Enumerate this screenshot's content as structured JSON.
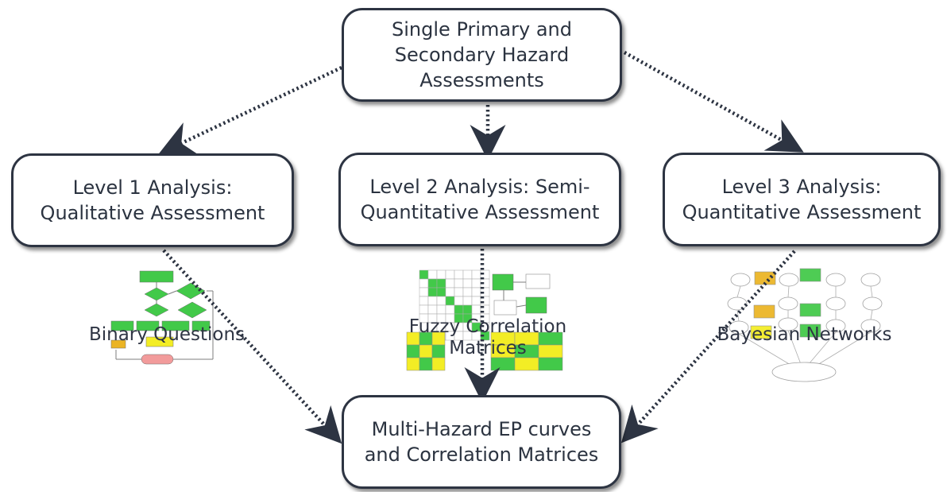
{
  "boxes": {
    "top": "Single Primary and\nSecondary Hazard\nAssessments",
    "level1": "Level 1 Analysis:\nQualitative Assessment",
    "level2": "Level 2 Analysis: Semi-\nQuantitative Assessment",
    "level3": "Level 3 Analysis:\nQuantitative Assessment",
    "bottom": "Multi-Hazard EP curves\nand Correlation Matrices"
  },
  "captions": {
    "binary": "Binary Questions",
    "fuzzy": "Fuzzy Correlation\nMatrices",
    "bayesian": "Bayesian Networks"
  },
  "colors": {
    "box_border": "#2d3442",
    "text": "#2b3340",
    "arrow": "#2d3442",
    "green": "#22c02a",
    "yellow": "#f2ea00",
    "orange": "#e8a800",
    "pink": "#f08a8a"
  },
  "icons": {
    "arrow_style": "dotted-arrow"
  }
}
